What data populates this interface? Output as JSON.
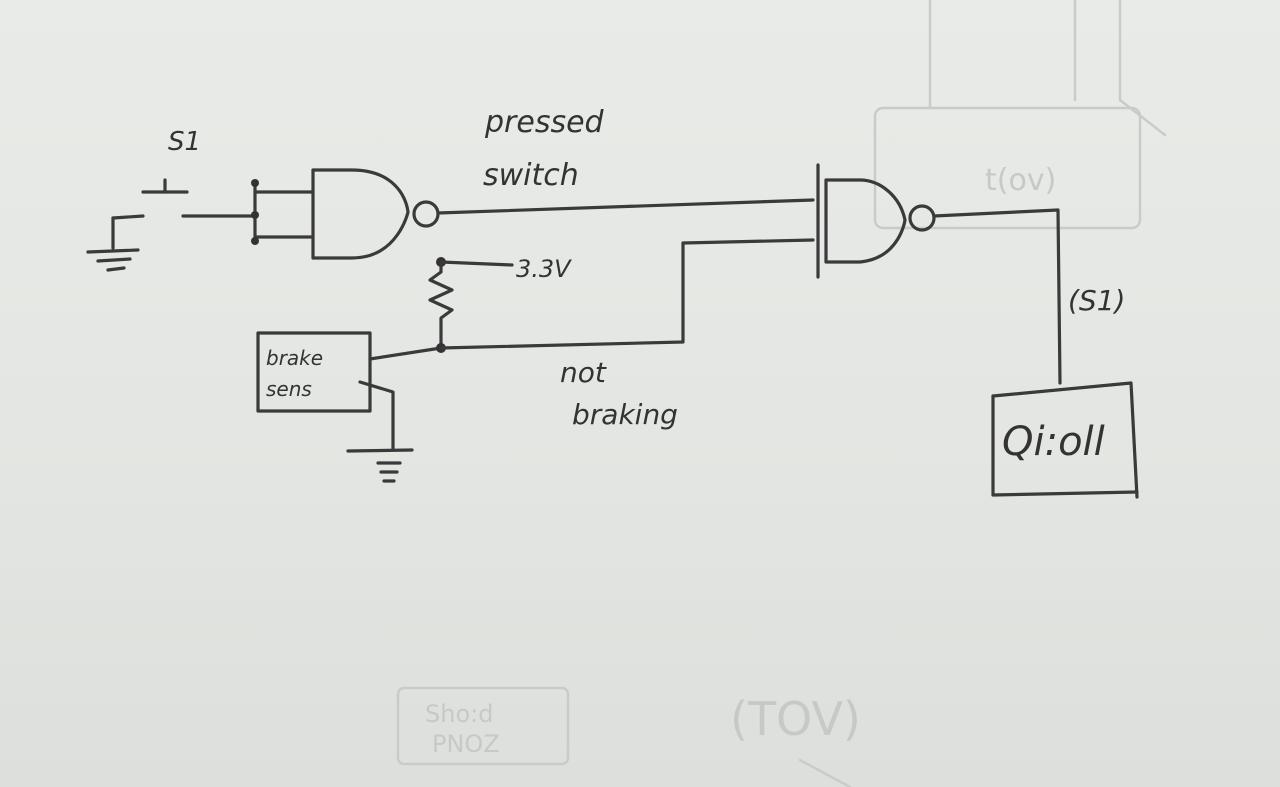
{
  "labels": {
    "switch_name": "S1",
    "pressed_line1": "pressed",
    "pressed_line2": "switch",
    "voltage": "3.3V",
    "sensor_line1": "brake",
    "sensor_line2": "sens",
    "not_line1": "not",
    "not_line2": "braking",
    "output_tag": "(S1)",
    "output_block": "Qi:oll"
  },
  "faint_marks": {
    "top_right": "t(ov)",
    "bottom_box_line1": "Sho:d",
    "bottom_box_line2": "PNOZ",
    "bottom_mid": "(TOV)"
  },
  "ink_color": "#3a3a3a",
  "paper_color": "#e6e8e5"
}
